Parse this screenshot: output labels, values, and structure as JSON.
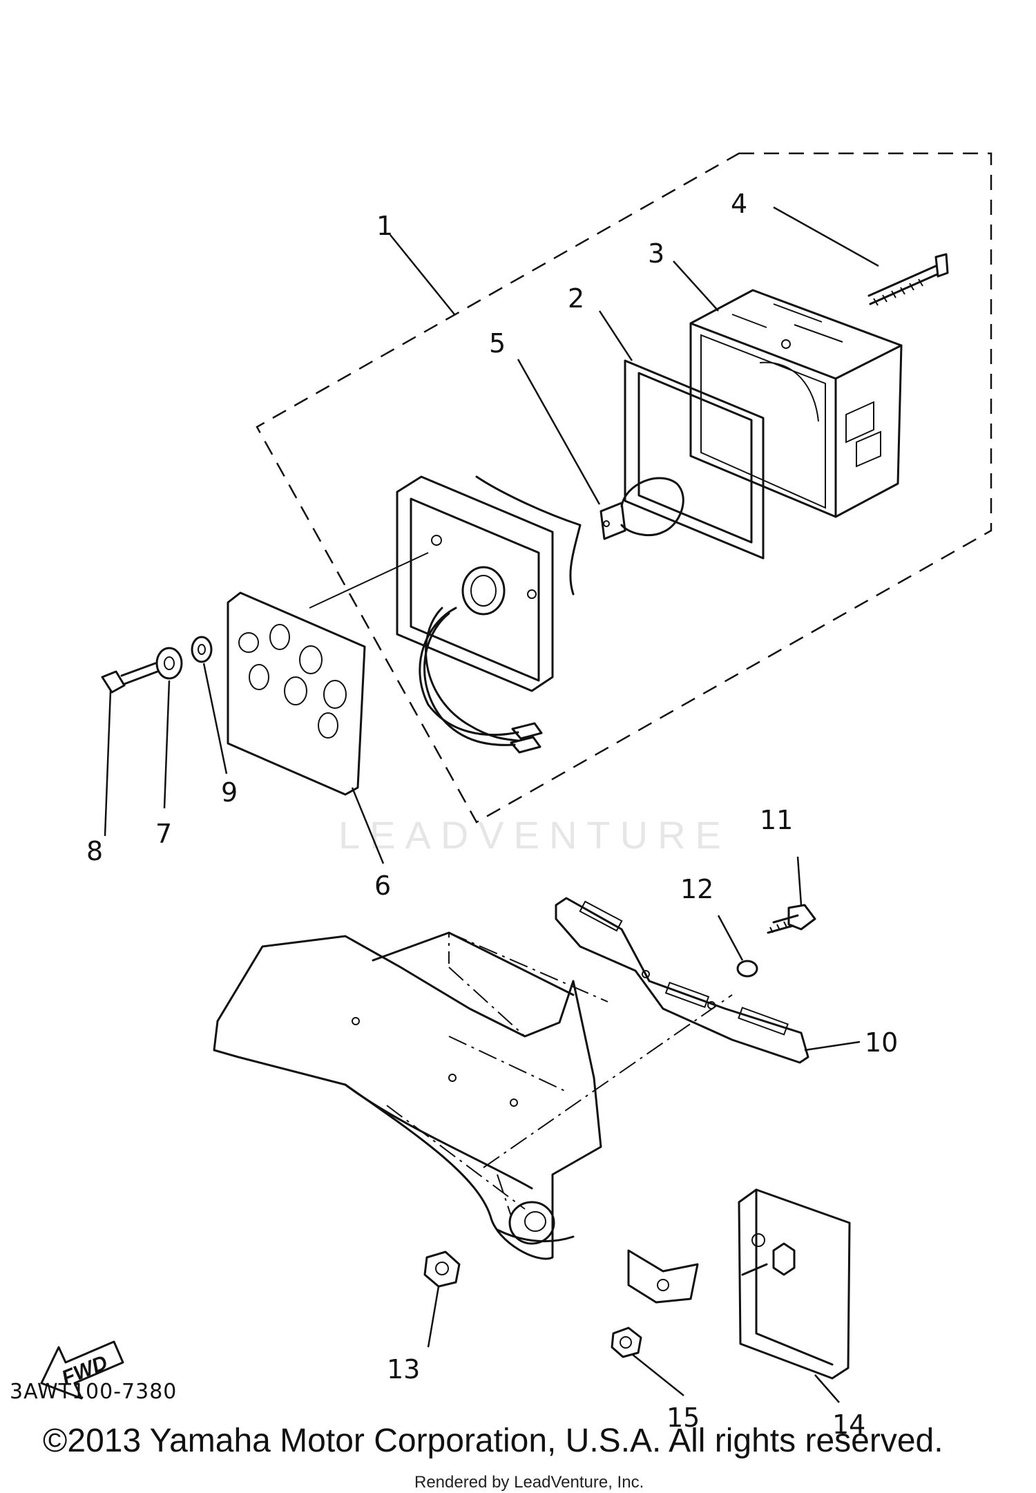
{
  "callouts": [
    {
      "id": "1",
      "label": "1"
    },
    {
      "id": "2",
      "label": "2"
    },
    {
      "id": "3",
      "label": "3"
    },
    {
      "id": "4",
      "label": "4"
    },
    {
      "id": "5",
      "label": "5"
    },
    {
      "id": "6",
      "label": "6"
    },
    {
      "id": "7",
      "label": "7"
    },
    {
      "id": "8",
      "label": "8"
    },
    {
      "id": "9",
      "label": "9"
    },
    {
      "id": "10",
      "label": "10"
    },
    {
      "id": "11",
      "label": "11"
    },
    {
      "id": "12",
      "label": "12"
    },
    {
      "id": "13",
      "label": "13"
    },
    {
      "id": "14",
      "label": "14"
    },
    {
      "id": "15",
      "label": "15"
    }
  ],
  "fwd_label": "FWD",
  "diagram_code": "3AWT100-7380",
  "copyright": "©2013 Yamaha Motor Corporation, U.S.A. All rights reserved.",
  "rendered_by": "Rendered by LeadVenture, Inc.",
  "watermark": "LEADVENTURE"
}
